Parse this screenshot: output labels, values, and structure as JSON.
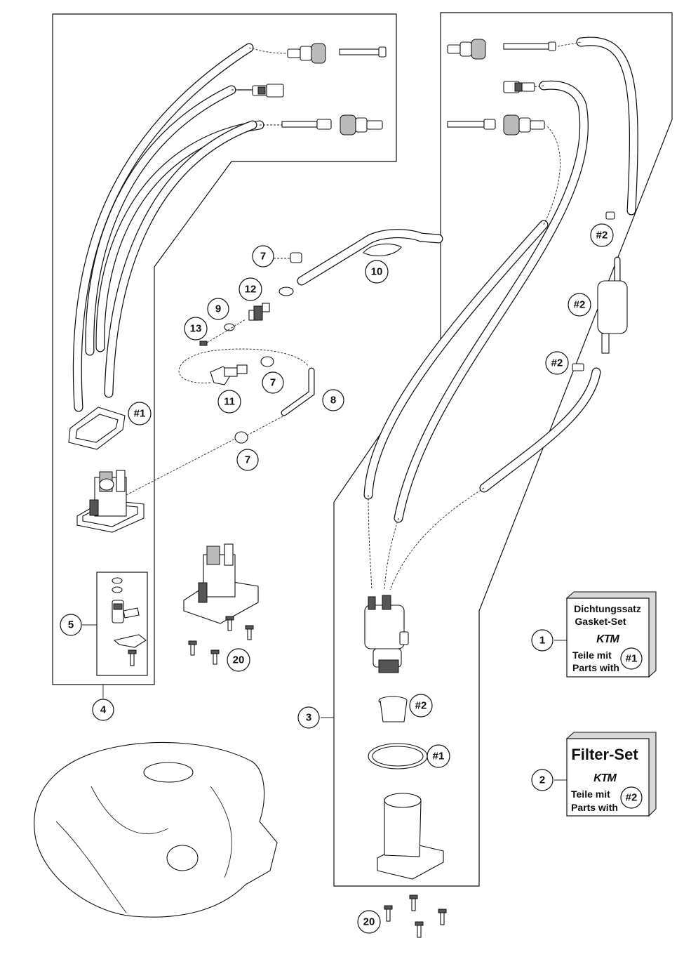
{
  "callouts": {
    "c1": "1",
    "c2": "2",
    "c3": "3",
    "c4": "4",
    "c5": "5",
    "c7a": "7",
    "c7b": "7",
    "c7c": "7",
    "c8": "8",
    "c9": "9",
    "c10": "10",
    "c11": "11",
    "c12": "12",
    "c13": "13",
    "c20a": "20",
    "c20b": "20",
    "s1a": "#1",
    "s1b": "#1",
    "s2a": "#2",
    "s2b": "#2",
    "s2c": "#2",
    "s2d": "#2"
  },
  "kit_gasket": {
    "line1": "Dichtungssatz",
    "line2": "Gasket-Set",
    "brand": "KTM",
    "parts_de": "Teile mit",
    "parts_en": "Parts with",
    "ref": "#1"
  },
  "kit_filter": {
    "title": "Filter-Set",
    "brand": "KTM",
    "parts_de": "Teile mit",
    "parts_en": "Parts with",
    "ref": "#2"
  }
}
